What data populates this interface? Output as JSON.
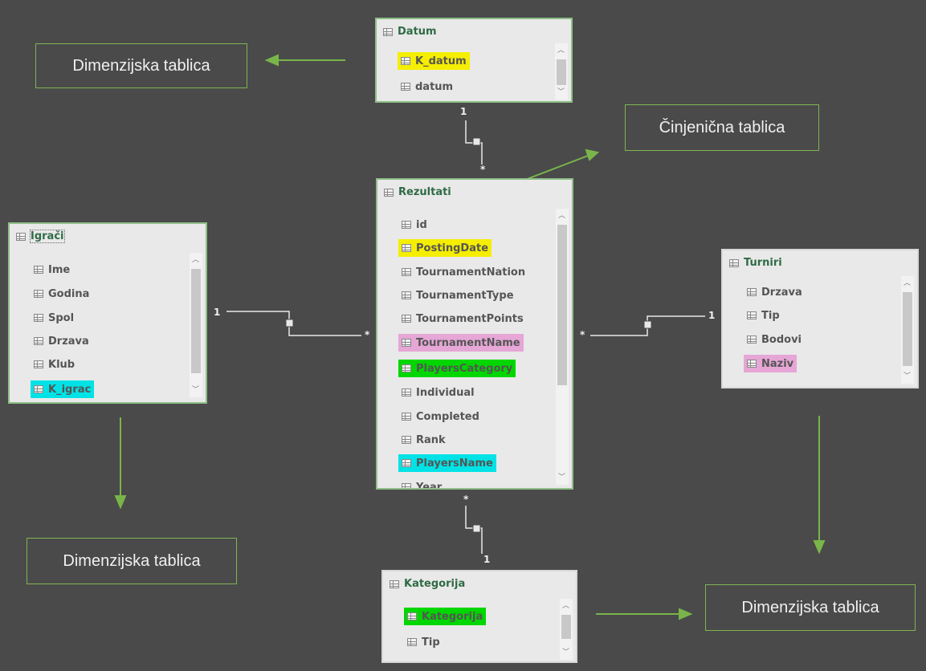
{
  "colors": {
    "arrow": "#79b54a",
    "connector": "#e8e8e8"
  },
  "labels": {
    "top_left": "Dimenzijska tablica",
    "fact": "Činjenična tablica",
    "bottom_left": "Dimenzijska tablica",
    "bottom_right": "Dimenzijska tablica"
  },
  "tables": {
    "datum": {
      "title": "Datum",
      "fields": [
        "K_datum",
        "datum"
      ]
    },
    "rezultati": {
      "title": "Rezultati",
      "fields": [
        "id",
        "PostingDate",
        "TournamentNation",
        "TournamentType",
        "TournamentPoints",
        "TournamentName",
        "PlayersCategory",
        "Individual",
        "Completed",
        "Rank",
        "PlayersName",
        "Year"
      ]
    },
    "igraci": {
      "title": "Igrači",
      "fields": [
        "Ime",
        "Godina",
        "Spol",
        "Drzava",
        "Klub",
        "K_igrac"
      ]
    },
    "turniri": {
      "title": "Turniri",
      "fields": [
        "Drzava",
        "Tip",
        "Bodovi",
        "Naziv"
      ]
    },
    "kategorija": {
      "title": "Kategorija",
      "fields": [
        "Kategorija",
        "Tip"
      ]
    }
  },
  "cardinality": {
    "one": "1",
    "many": "*"
  }
}
